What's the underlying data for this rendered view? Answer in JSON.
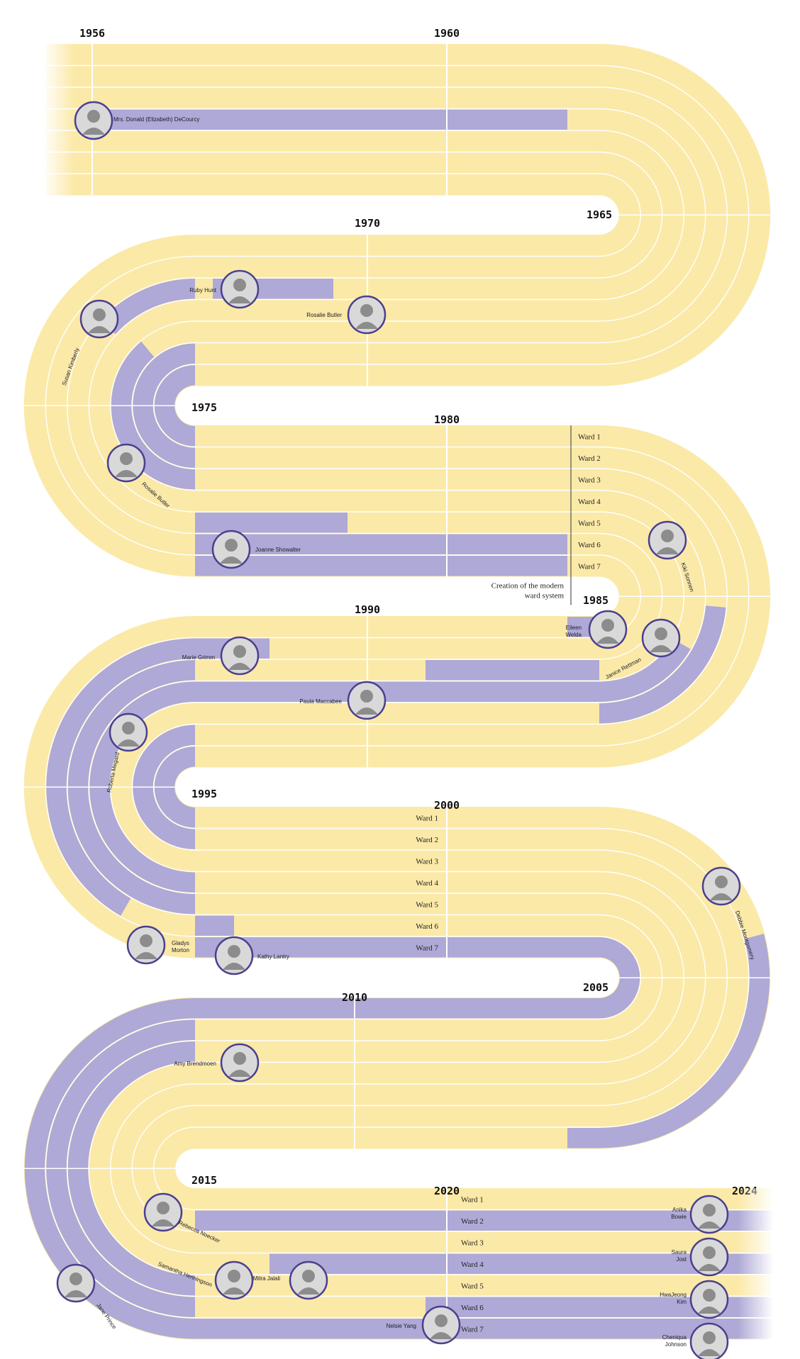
{
  "colors": {
    "track": "#fbe9a8",
    "purple": "#aea9d6",
    "lane_line": "#ffffff",
    "divider": "#ffffff",
    "avatar_ring": "#4b3f8e"
  },
  "years": [
    "1956",
    "1960",
    "1965",
    "1970",
    "1975",
    "1980",
    "1985",
    "1990",
    "1995",
    "2000",
    "2005",
    "2010",
    "2015",
    "2020",
    "2024"
  ],
  "ward_labels": [
    "Ward 1",
    "Ward 2",
    "Ward 3",
    "Ward 4",
    "Ward 5",
    "Ward 6",
    "Ward 7"
  ],
  "note": {
    "line1": "Creation of the modern",
    "line2": "ward system"
  },
  "people": [
    {
      "name": "Mrs. Donald (Elizabeth) DeCourcy"
    },
    {
      "name": "Ruby Hunt"
    },
    {
      "name": "Rosalie Butler"
    },
    {
      "name": "Susan Kimberly"
    },
    {
      "name": "Rosalie Butler"
    },
    {
      "name": "Joanne Showalter"
    },
    {
      "name": "Kiki Sonnen"
    },
    {
      "name": "Eileen",
      "name2": "Welda"
    },
    {
      "name": "Janice Rettman"
    },
    {
      "name": "Marie Grimm"
    },
    {
      "name": "Paula Maccabee"
    },
    {
      "name": "Roberta Megard"
    },
    {
      "name": "Debbie Montgomery"
    },
    {
      "name": "Gladys",
      "name2": "Morton"
    },
    {
      "name": "Kathy Lantry"
    },
    {
      "name": "Amy Brendmoen"
    },
    {
      "name": "Rebecca Noecker"
    },
    {
      "name": "Samantha Henningson"
    },
    {
      "name": "Mitra Jalali"
    },
    {
      "name": "Jane Prince"
    },
    {
      "name": "Nelsie Yang"
    },
    {
      "name": "Anika",
      "name2": "Bowie"
    },
    {
      "name": "Saura",
      "name2": "Jost"
    },
    {
      "name": "HwaJeong",
      "name2": "Kim"
    },
    {
      "name": "Cheniqua",
      "name2": "Johnson"
    }
  ]
}
